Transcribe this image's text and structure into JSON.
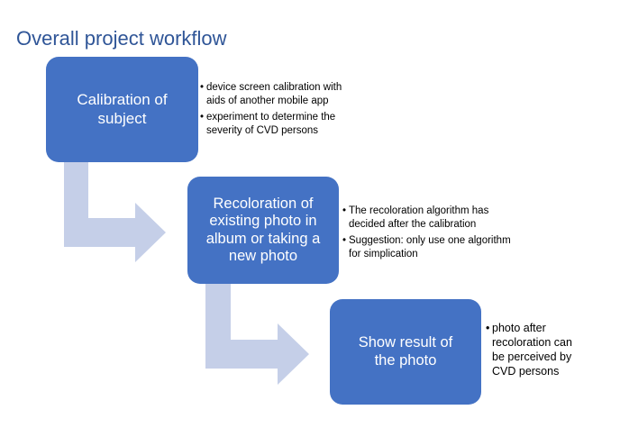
{
  "title": "Overall project workflow",
  "colors": {
    "title": "#2f5597",
    "box": "#4472c4",
    "box_text": "#ffffff",
    "arrow": "#c5cfe8",
    "note_text": "#000000"
  },
  "steps": [
    {
      "label": "Calibration of\nsubject",
      "notes": [
        "device screen calibration with\naids of another mobile app",
        "experiment to determine the\nseverity of CVD persons"
      ]
    },
    {
      "label": "Recoloration of\nexisting photo in\nalbum or taking a\nnew photo",
      "notes": [
        "The recoloration algorithm has\ndecided after the calibration",
        "Suggestion: only use one algorithm\nfor simplication"
      ]
    },
    {
      "label": "Show result of\nthe photo",
      "notes": [
        "photo after\nrecoloration can\nbe perceived by\nCVD persons"
      ]
    }
  ]
}
